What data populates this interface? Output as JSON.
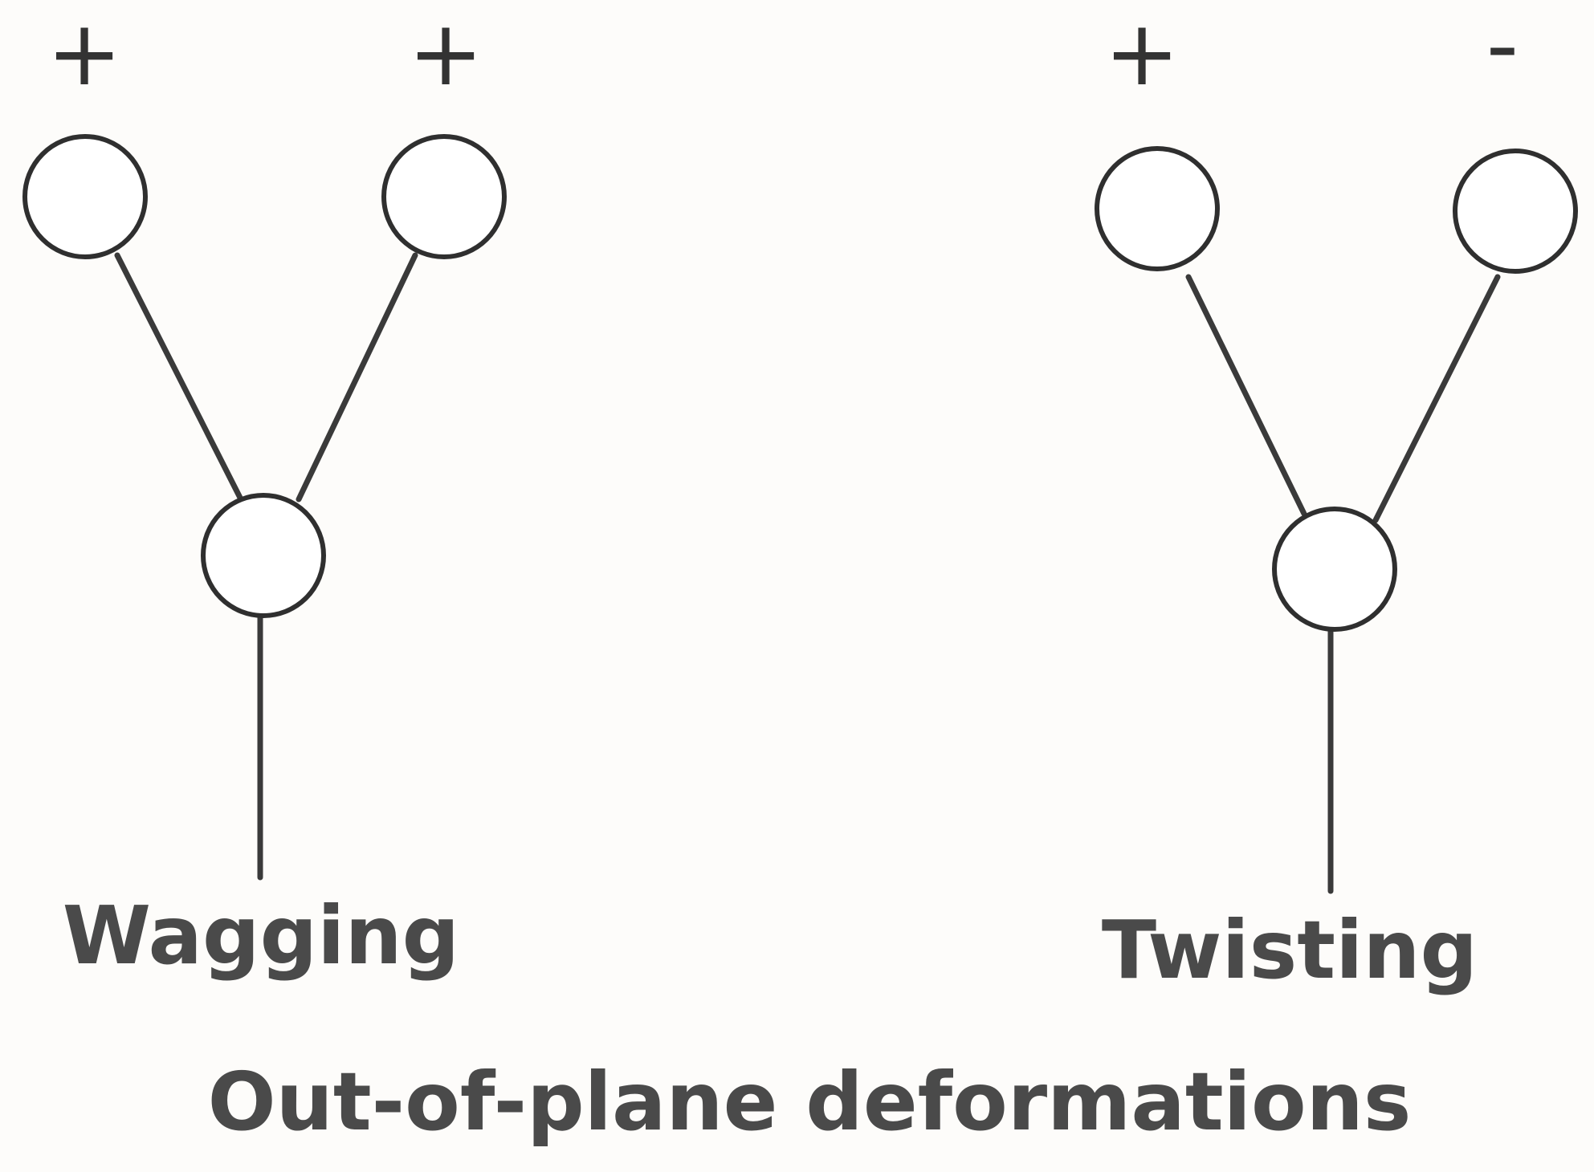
{
  "diagram": {
    "caption": "Out-of-plane deformations",
    "modes": [
      {
        "label": "Wagging",
        "signs": {
          "left": "+",
          "right": "+"
        }
      },
      {
        "label": "Twisting",
        "signs": {
          "left": "+",
          "right": "-"
        }
      }
    ]
  },
  "colors": {
    "line": "#333333",
    "text": "#4a4a4a",
    "background": "#fdfcfa"
  }
}
